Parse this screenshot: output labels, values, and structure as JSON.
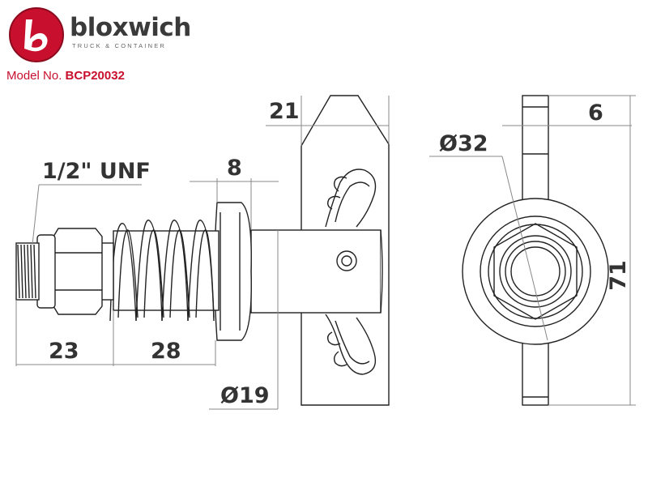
{
  "brand": {
    "name": "bloxwich",
    "tagline": "TRUCK & CONTAINER"
  },
  "model": {
    "label": "Model No.",
    "number": "BCP20032"
  },
  "dimensions": {
    "thread": "1/2\" UNF",
    "flange_width": "8",
    "plate_width": "21",
    "thread_length": "23",
    "spring_length": "28",
    "shaft_diameter": "Ø19",
    "outer_diameter": "Ø32",
    "ear_thickness": "6",
    "overall_height": "71"
  },
  "colors": {
    "accent": "#c8102e",
    "line": "#222222",
    "dimension_line": "#888888"
  }
}
